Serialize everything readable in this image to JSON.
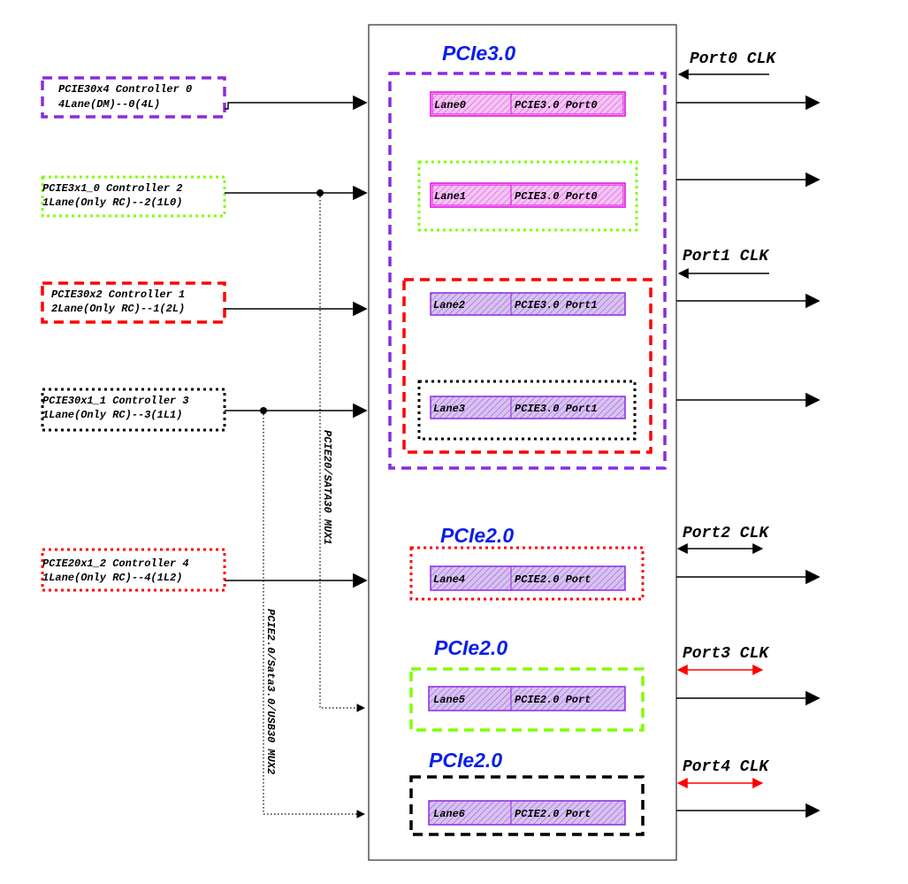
{
  "sections": {
    "pcie30": "PCIe3.0",
    "pcie20_a": "PCIe2.0",
    "pcie20_b": "PCIe2.0",
    "pcie20_c": "PCIe2.0"
  },
  "controllers": [
    {
      "line1": "PCIE30x4 Controller 0",
      "line2": "4Lane(DM)--0(4L)",
      "color": "#8a2be2"
    },
    {
      "line1": "PCIE3x1_0 Controller 2",
      "line2": "1Lane(Only RC)--2(1L0)",
      "color": "#7fff00"
    },
    {
      "line1": "PCIE30x2 Controller 1",
      "line2": "2Lane(Only RC)--1(2L)",
      "color": "#ff0000"
    },
    {
      "line1": "PCIE30x1_1 Controller 3",
      "line2": "1Lane(Only RC)--3(1L1)",
      "color": "#000000"
    },
    {
      "line1": "PCIE20x1_2 Controller 4",
      "line2": "1Lane(Only RC)--4(1L2)",
      "color": "#ff0000"
    }
  ],
  "lanes": [
    {
      "lane": "Lane0",
      "port": "PCIE3.0 Port0"
    },
    {
      "lane": "Lane1",
      "port": "PCIE3.0 Port0"
    },
    {
      "lane": "Lane2",
      "port": "PCIE3.0 Port1"
    },
    {
      "lane": "Lane3",
      "port": "PCIE3.0 Port1"
    },
    {
      "lane": "Lane4",
      "port": "PCIE2.0 Port"
    },
    {
      "lane": "Lane5",
      "port": "PCIE2.0 Port"
    },
    {
      "lane": "Lane6",
      "port": "PCIE2.0 Port"
    }
  ],
  "clocks": [
    {
      "label": "Port0 CLK"
    },
    {
      "label": "Port1 CLK"
    },
    {
      "label": "Port2 CLK"
    },
    {
      "label": "Port3 CLK"
    },
    {
      "label": "Port4 CLK"
    }
  ],
  "mux": {
    "mux1": "PCIE20/SATA30 MUX1",
    "mux2": "PCIE2.0/Sata3.0/USB30 MUX2"
  },
  "colors": {
    "title_blue": "#0a1fe6",
    "pcie30_lane": "#e000e0",
    "pcie30_lane_fill": "#f2a6f2",
    "port_lane": "#8a2be2",
    "port_lane_fill": "#c9a8ec",
    "clk_red": "#ff0000"
  }
}
